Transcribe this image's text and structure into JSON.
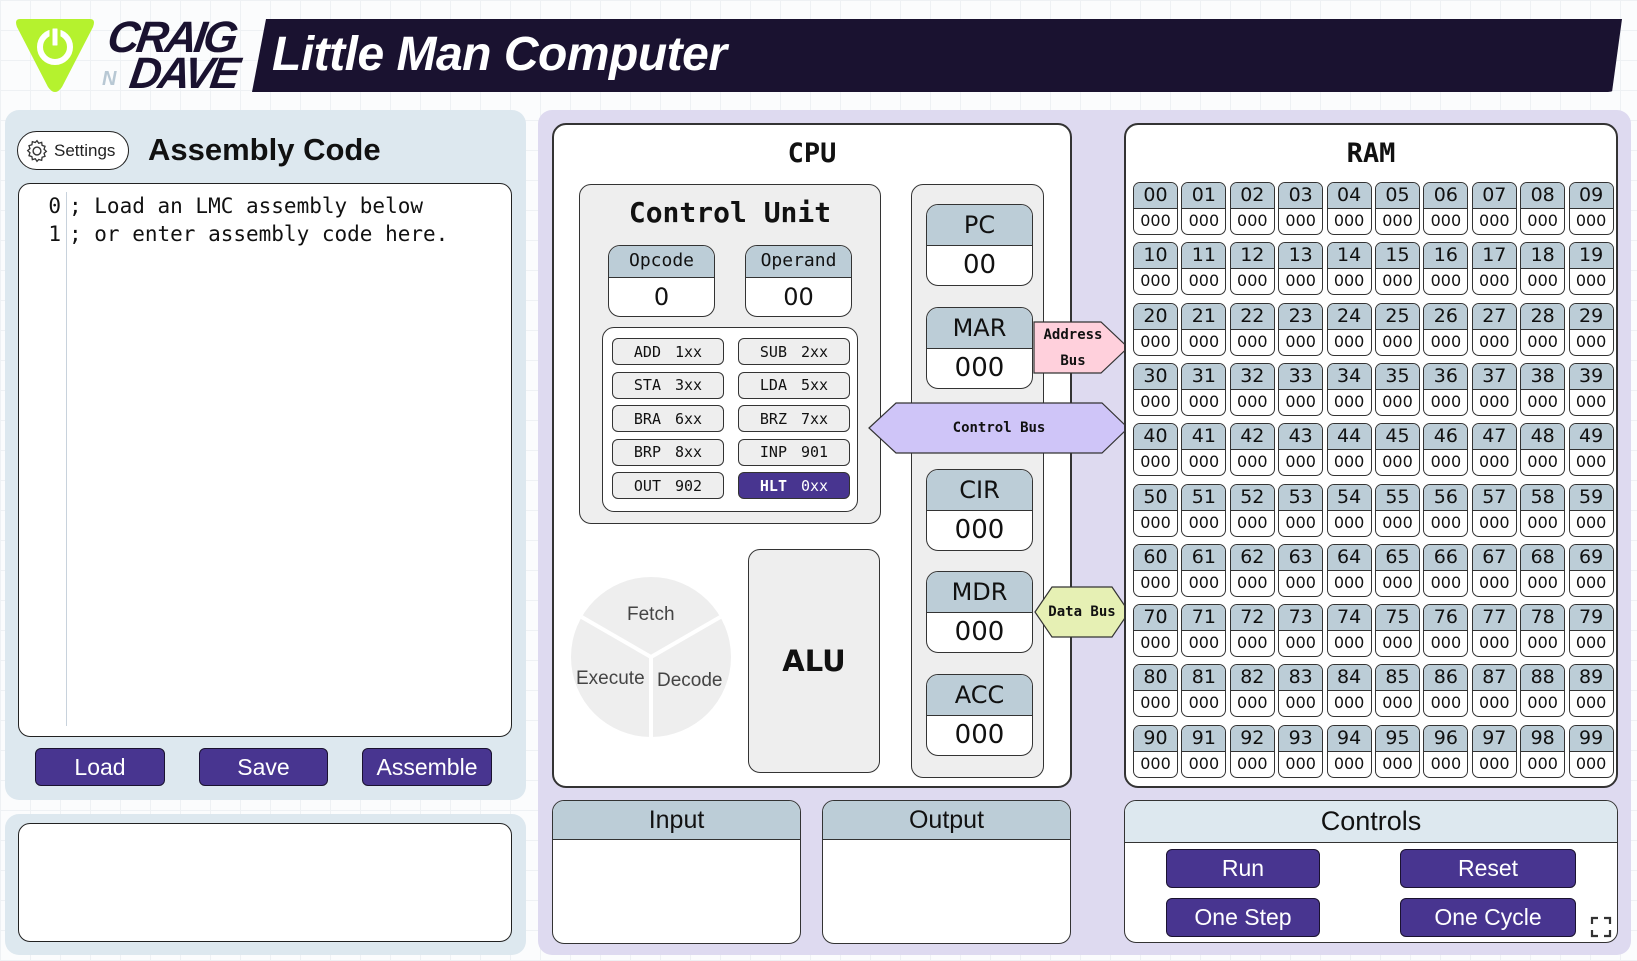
{
  "header": {
    "brand_top": "CRAIG",
    "brand_n": "N",
    "brand_bottom": "DAVE",
    "title": "Little Man Computer",
    "logo_color": "#b5f22e",
    "bar_color": "#1a1230"
  },
  "assembly": {
    "settings_label": "Settings",
    "title": "Assembly Code",
    "lines": [
      {
        "num": "0",
        "text": "; Load an LMC assembly below"
      },
      {
        "num": "1",
        "text": "; or enter assembly code here."
      }
    ],
    "buttons": {
      "load": "Load",
      "save": "Save",
      "assemble": "Assemble"
    },
    "console_text": ""
  },
  "cpu": {
    "title": "CPU",
    "control_unit": {
      "title": "Control Unit",
      "opcode": {
        "label": "Opcode",
        "value": "0"
      },
      "operand": {
        "label": "Operand",
        "value": "00"
      },
      "instructions": [
        {
          "mnemonic": "ADD",
          "code": "1xx",
          "active": false
        },
        {
          "mnemonic": "SUB",
          "code": "2xx",
          "active": false
        },
        {
          "mnemonic": "STA",
          "code": "3xx",
          "active": false
        },
        {
          "mnemonic": "LDA",
          "code": "5xx",
          "active": false
        },
        {
          "mnemonic": "BRA",
          "code": "6xx",
          "active": false
        },
        {
          "mnemonic": "BRZ",
          "code": "7xx",
          "active": false
        },
        {
          "mnemonic": "BRP",
          "code": "8xx",
          "active": false
        },
        {
          "mnemonic": "INP",
          "code": "901",
          "active": false
        },
        {
          "mnemonic": "OUT",
          "code": "902",
          "active": false
        },
        {
          "mnemonic": "HLT",
          "code": "0xx",
          "active": true
        }
      ]
    },
    "cycle": {
      "fetch": "Fetch",
      "decode": "Decode",
      "execute": "Execute"
    },
    "alu": "ALU",
    "registers": {
      "pc": {
        "label": "PC",
        "value": "00"
      },
      "mar": {
        "label": "MAR",
        "value": "000"
      },
      "cir": {
        "label": "CIR",
        "value": "000"
      },
      "mdr": {
        "label": "MDR",
        "value": "000"
      },
      "acc": {
        "label": "ACC",
        "value": "000"
      }
    },
    "buses": {
      "address": "Address Bus",
      "control": "Control Bus",
      "data": "Data Bus"
    },
    "bus_colors": {
      "address": "#ffd0dc",
      "control": "#cfc5f8",
      "data": "#e6f0b4"
    }
  },
  "io": {
    "input_label": "Input",
    "input_value": "",
    "output_label": "Output",
    "output_value": ""
  },
  "ram": {
    "title": "RAM",
    "cells": [
      "000",
      "000",
      "000",
      "000",
      "000",
      "000",
      "000",
      "000",
      "000",
      "000",
      "000",
      "000",
      "000",
      "000",
      "000",
      "000",
      "000",
      "000",
      "000",
      "000",
      "000",
      "000",
      "000",
      "000",
      "000",
      "000",
      "000",
      "000",
      "000",
      "000",
      "000",
      "000",
      "000",
      "000",
      "000",
      "000",
      "000",
      "000",
      "000",
      "000",
      "000",
      "000",
      "000",
      "000",
      "000",
      "000",
      "000",
      "000",
      "000",
      "000",
      "000",
      "000",
      "000",
      "000",
      "000",
      "000",
      "000",
      "000",
      "000",
      "000",
      "000",
      "000",
      "000",
      "000",
      "000",
      "000",
      "000",
      "000",
      "000",
      "000",
      "000",
      "000",
      "000",
      "000",
      "000",
      "000",
      "000",
      "000",
      "000",
      "000",
      "000",
      "000",
      "000",
      "000",
      "000",
      "000",
      "000",
      "000",
      "000",
      "000",
      "000",
      "000",
      "000",
      "000",
      "000",
      "000",
      "000",
      "000",
      "000",
      "000"
    ]
  },
  "controls": {
    "title": "Controls",
    "run": "Run",
    "reset": "Reset",
    "one_step": "One Step",
    "one_cycle": "One Cycle"
  },
  "theme": {
    "button_color": "#483590",
    "register_header": "#bccdd7",
    "left_panel": "#dde8ef",
    "cpu_panel": "#dedaf0"
  }
}
